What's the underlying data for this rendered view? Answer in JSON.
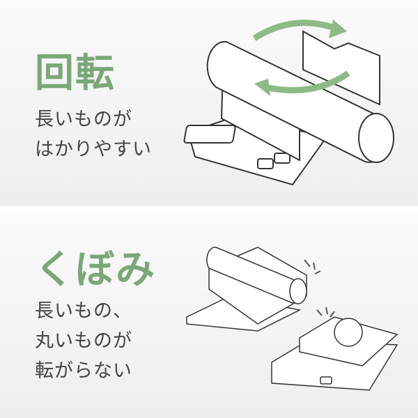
{
  "section_rotate": {
    "title": "回転",
    "lines": [
      "長いものが",
      "はかりやすい"
    ]
  },
  "section_hollow": {
    "title": "くぼみ",
    "lines": [
      "長いもの、",
      "丸いものが",
      "転がらない"
    ]
  },
  "colors": {
    "accent": "#7aa777",
    "text": "#444444",
    "line": "#333333"
  }
}
